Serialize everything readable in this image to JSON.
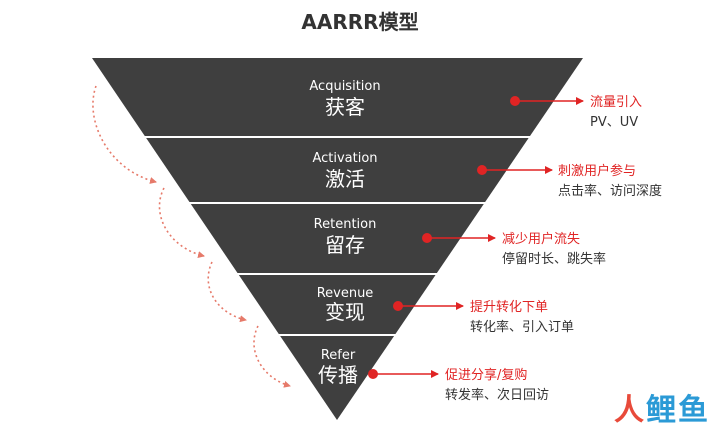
{
  "title": "AARRR模型",
  "colors": {
    "funnel": "#3f3f3f",
    "divider": "#ffffff",
    "accent_red": "#e02424",
    "curve": "#e67a6a",
    "annotation_dark": "#333333"
  },
  "levels": [
    {
      "en": "Acquisition",
      "cn": "获客",
      "action": "流量引入",
      "metrics": "PV、UV"
    },
    {
      "en": "Activation",
      "cn": "激活",
      "action": "刺激用户参与",
      "metrics": "点击率、访问深度"
    },
    {
      "en": "Retention",
      "cn": "留存",
      "action": "减少用户流失",
      "metrics": "停留时长、跳失率"
    },
    {
      "en": "Revenue",
      "cn": "变现",
      "action": "提升转化下单",
      "metrics": "转化率、引入订单"
    },
    {
      "en": "Refer",
      "cn": "传播",
      "action": "促进分享/复购",
      "metrics": "转发率、次日回访"
    }
  ],
  "watermark": {
    "part1": "人",
    "part2": "鲤鱼"
  }
}
